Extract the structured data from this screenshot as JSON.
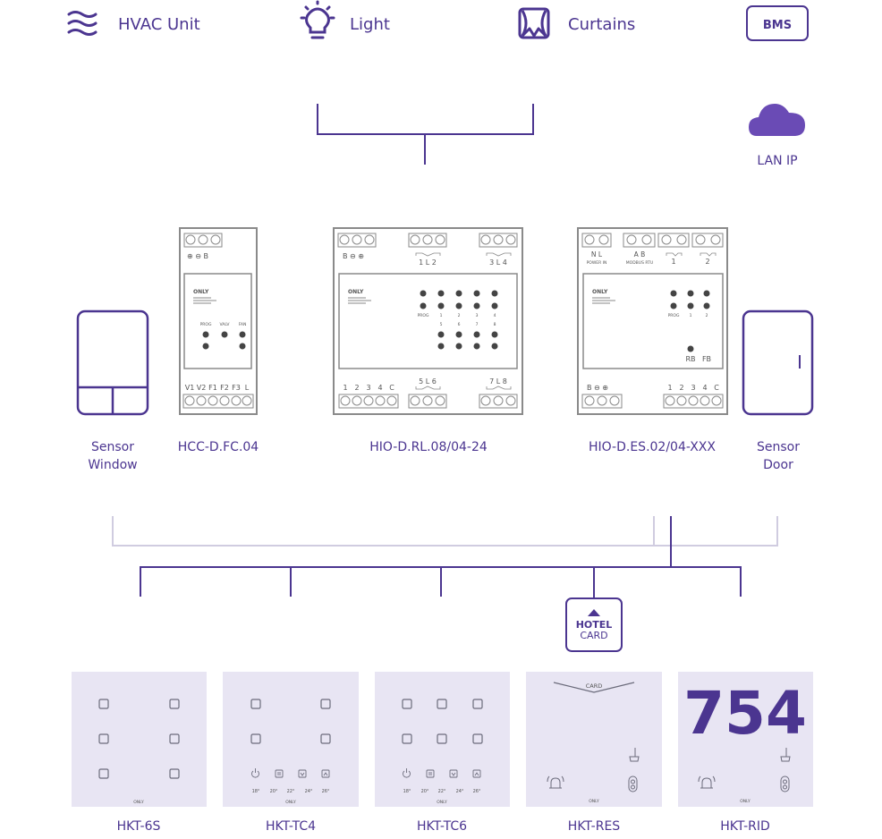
{
  "legend": {
    "hvac_label": "HVAC Unit",
    "light_label": "Light",
    "curtains_label": "Curtains",
    "bms_label": "BMS"
  },
  "cloud_label": "LAN IP",
  "modules": {
    "hcc": {
      "name": "HCC-D.FC.04",
      "brand": "ONLY",
      "top_terminals": "⊕ ⊖ B",
      "bottom_terminals": [
        "V1",
        "V2",
        "F1",
        "F2",
        "F3",
        "L"
      ],
      "led_labels": [
        "PROG",
        "VALV",
        "FAN"
      ]
    },
    "hio_rl": {
      "name": "HIO-D.RL.08/04-24",
      "brand": "ONLY",
      "top_left_terminals": "B ⊖ ⊕",
      "top_mid_terminals": "1  L  2",
      "top_right_terminals": "3  L  4",
      "bottom_left_terminals": [
        "1",
        "2",
        "3",
        "4",
        "C"
      ],
      "bottom_mid_terminals": "5  L  6",
      "bottom_right_terminals": "7  L  8",
      "led_row1_labels": [
        "PROG",
        "1",
        "2",
        "3",
        "4"
      ],
      "led_row2_labels": [
        "5",
        "6",
        "7",
        "8"
      ]
    },
    "hio_es": {
      "name": "HIO-D.ES.02/04-XXX",
      "brand": "ONLY",
      "top_power_terminals": "N  L",
      "power_in_label": "POWER IN",
      "top_modbus_terminals": "A  B",
      "modbus_label": "MODBUS RTU",
      "top_relay1": "1",
      "top_relay2": "2",
      "bottom_left_terminals": "B ⊖ ⊕",
      "bottom_right_terminals": [
        "1",
        "2",
        "3",
        "4",
        "C"
      ],
      "led_labels": [
        "PROG",
        "1",
        "2"
      ],
      "rb_label": "RB",
      "fb_label": "FB"
    }
  },
  "sensors": {
    "window_line1": "Sensor",
    "window_line2": "Window",
    "door_line1": "Sensor",
    "door_line2": "Door"
  },
  "hotel_card": {
    "line1": "HOTEL",
    "line2": "CARD"
  },
  "keypads": [
    {
      "name": "HKT-6S",
      "brand": "ONLY"
    },
    {
      "name": "HKT-TC4",
      "brand": "ONLY",
      "temps": [
        "18°",
        "20°",
        "22°",
        "24°",
        "26°"
      ]
    },
    {
      "name": "HKT-TC6",
      "brand": "ONLY",
      "temps": [
        "18°",
        "20°",
        "22°",
        "24°",
        "26°"
      ]
    },
    {
      "name": "HKT-RES",
      "brand": "ONLY",
      "card_label": "CARD"
    },
    {
      "name": "HKT-RID",
      "brand": "ONLY",
      "room_number": "754"
    }
  ],
  "colors": {
    "accent": "#4b3590",
    "device_gray": "#8a8a8a",
    "keypad_bg": "#e8e5f3",
    "bus_line": "#d0cce0"
  }
}
